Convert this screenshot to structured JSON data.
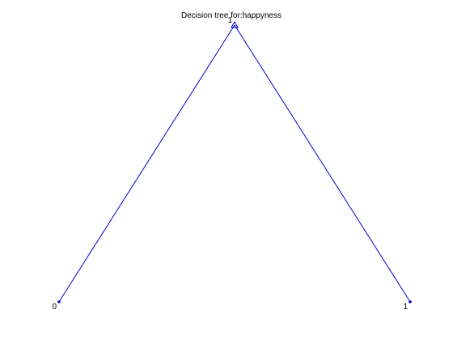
{
  "title": "Decision tree for:happyness",
  "colors": {
    "edge": "#0000cc",
    "text": "#000000",
    "background": "#ffffff"
  },
  "tree": {
    "root": {
      "label": "1",
      "marker": "triangle-icon"
    },
    "leaves": [
      {
        "label": "0"
      },
      {
        "label": "1"
      }
    ]
  }
}
